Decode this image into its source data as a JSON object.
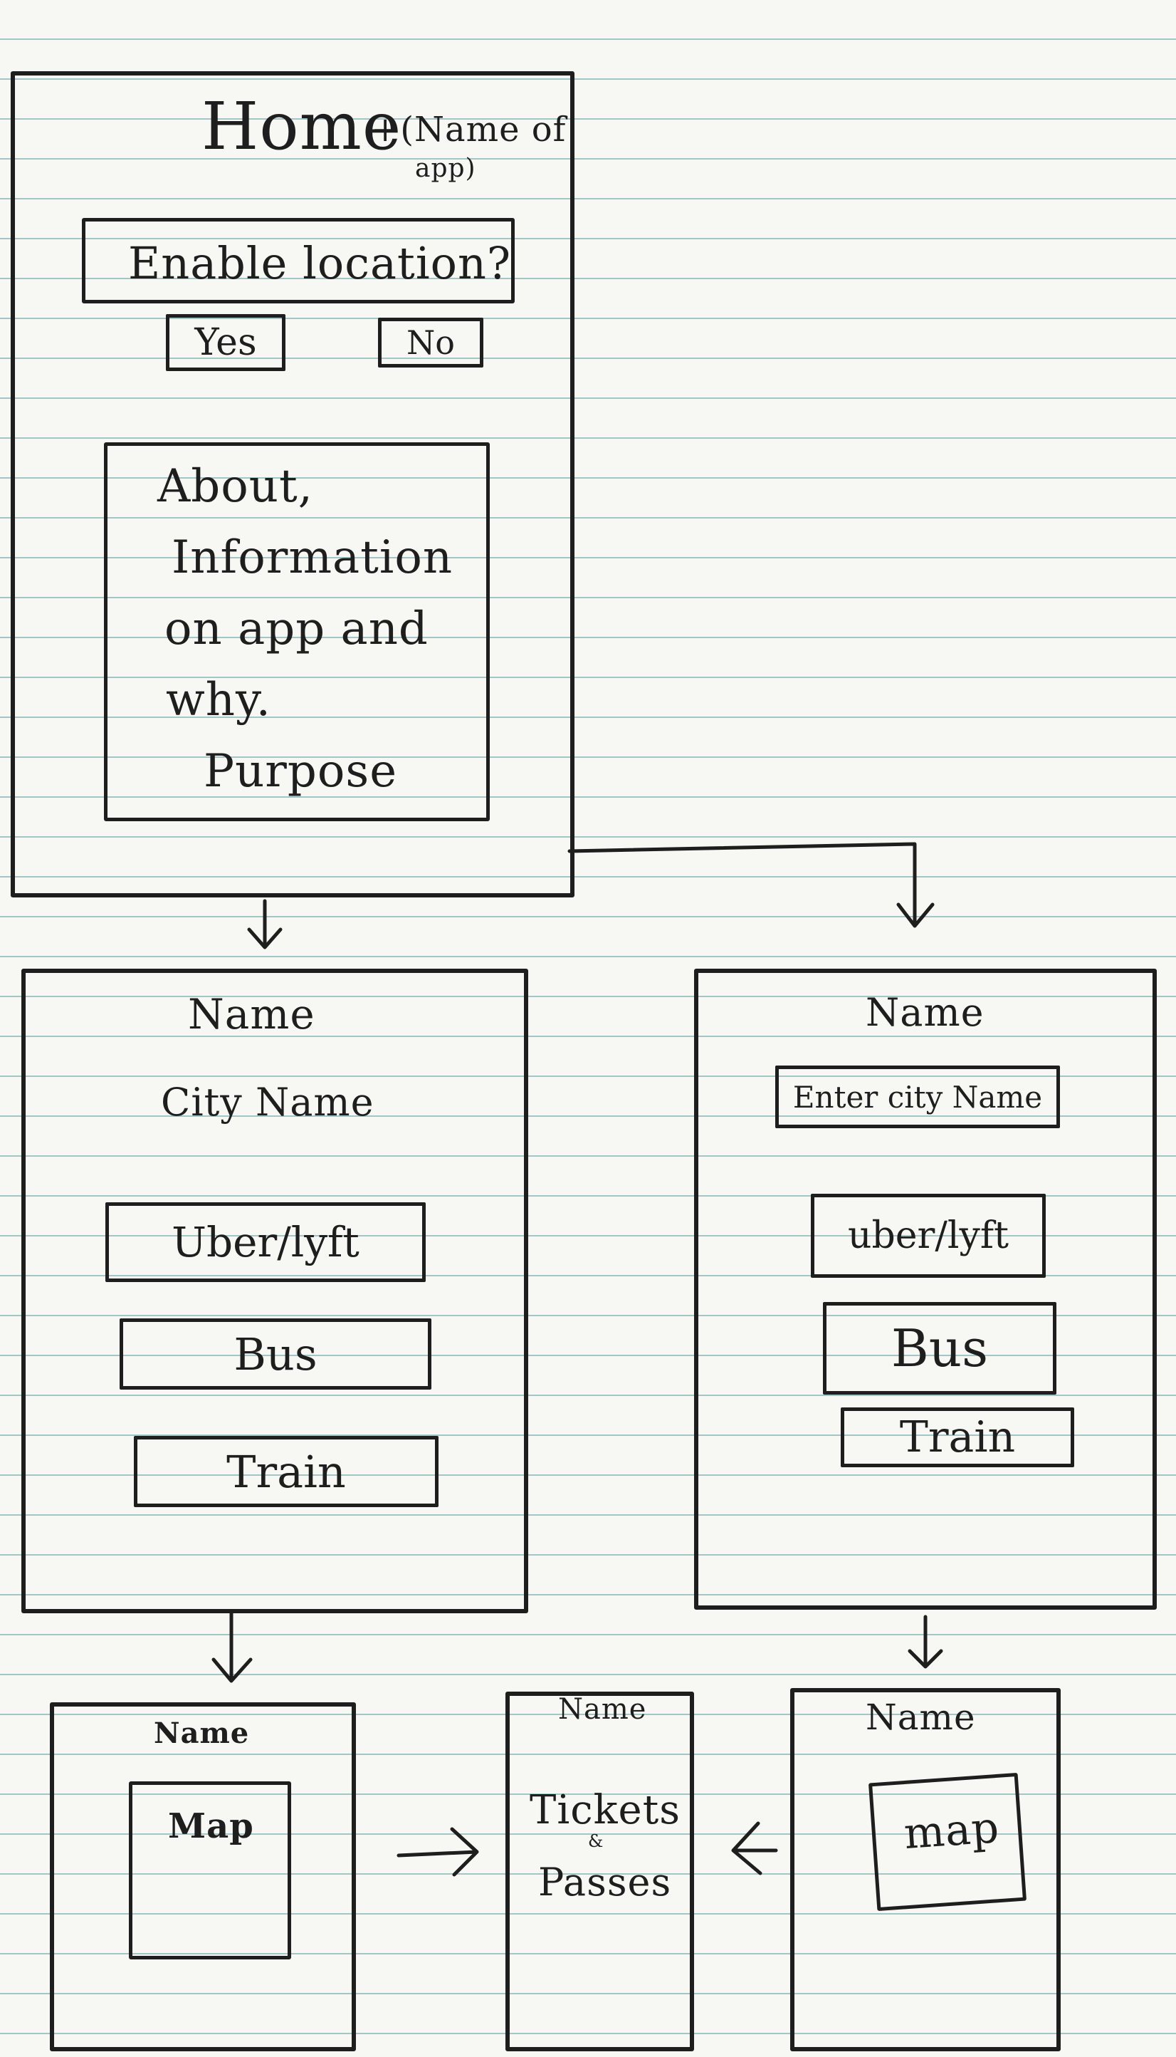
{
  "home": {
    "title": "Home",
    "subtitle_line1": "+(Name of",
    "subtitle_line2": "app)",
    "location_prompt": "Enable location?",
    "yes_label": "Yes",
    "no_label": "No",
    "about_lines": [
      "About,",
      "Information",
      "on app and",
      "why.",
      "Purpose"
    ]
  },
  "location_enabled": {
    "title": "Name",
    "city": "City Name",
    "options": [
      "Uber/lyft",
      "Bus",
      "Train"
    ]
  },
  "location_disabled": {
    "title": "Name",
    "city_input_placeholder": "Enter city Name",
    "options": [
      "uber/lyft",
      "Bus",
      "Train"
    ]
  },
  "map_left": {
    "title": "Name",
    "map_label": "Map"
  },
  "tickets": {
    "title": "Name",
    "line1": "Tickets",
    "line2": "&",
    "line3": "Passes"
  },
  "map_right": {
    "title": "Name",
    "map_label": "map"
  }
}
